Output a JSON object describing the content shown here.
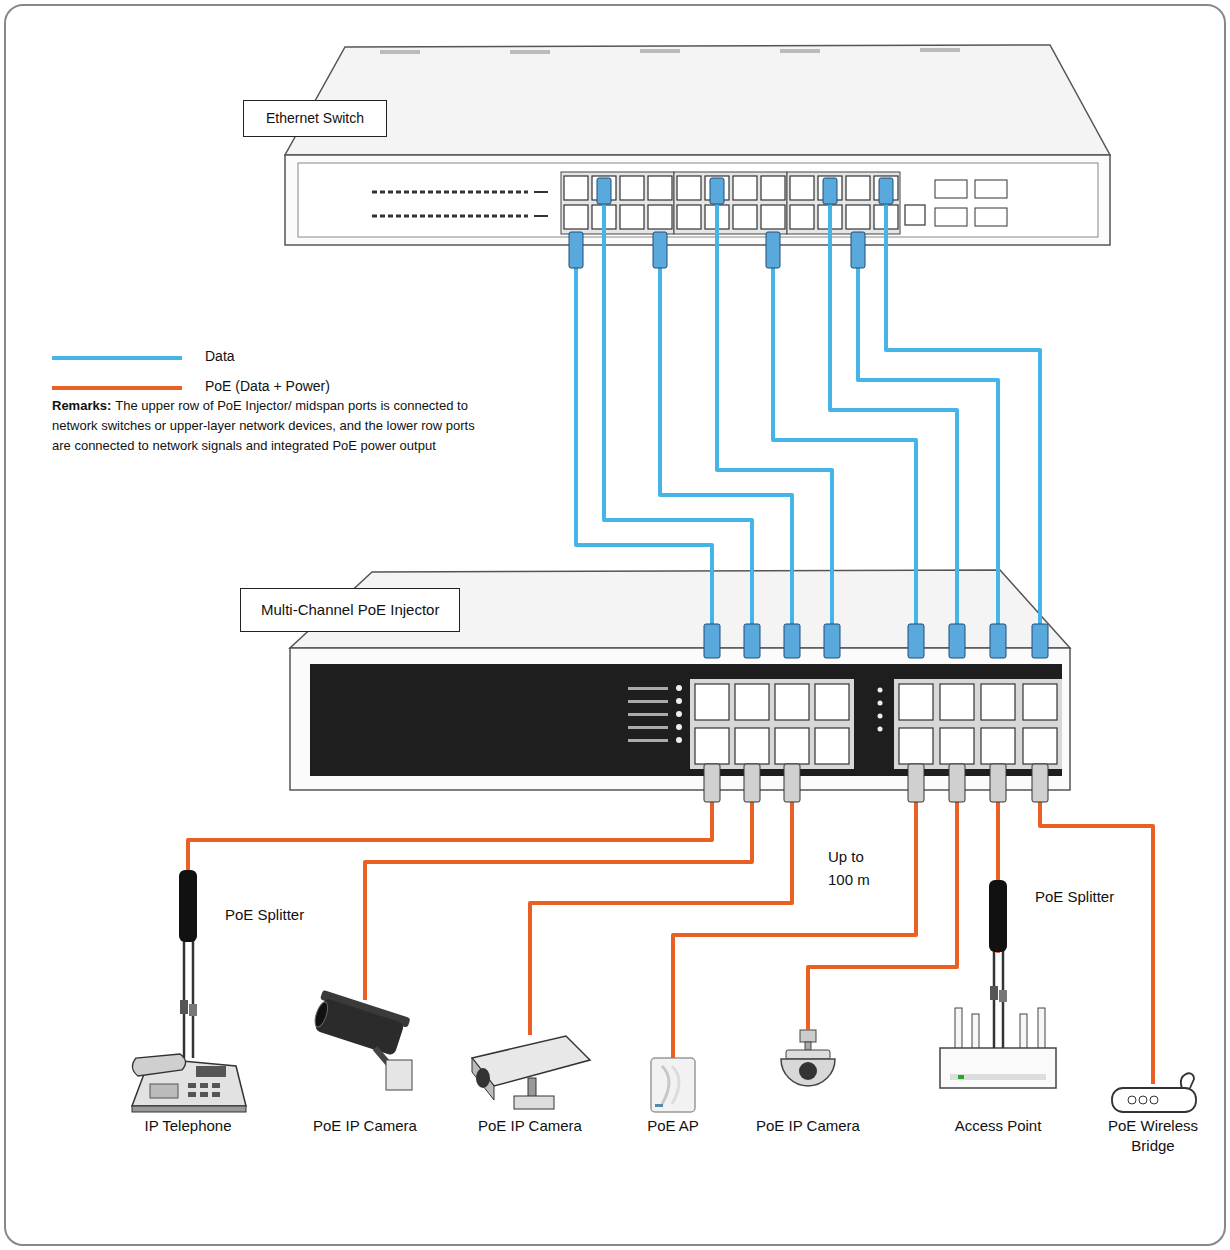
{
  "diagram": {
    "nodes": [
      {
        "text": [
          "Ethernet Switch"
        ]
      },
      {
        "text": [
          "Multi-Channel PoE Injector"
        ]
      },
      {
        "text": [
          "IP Telephone"
        ]
      },
      {
        "text": [
          "PoE IP Camera"
        ]
      },
      {
        "text": [
          "PoE IP Camera"
        ]
      },
      {
        "text": [
          "PoE AP"
        ]
      },
      {
        "text": [
          "PoE IP Camera"
        ]
      },
      {
        "text": [
          "Access Point"
        ]
      },
      {
        "text": [
          "PoE Wireless Bridge"
        ]
      }
    ],
    "edges": [
      {
        "from": 0,
        "to": 1,
        "arrow": "none"
      },
      {
        "from": 0,
        "to": 1,
        "arrow": "none"
      },
      {
        "from": 0,
        "to": 1,
        "arrow": "none"
      },
      {
        "from": 0,
        "to": 1,
        "arrow": "none"
      },
      {
        "from": 0,
        "to": 1,
        "arrow": "none"
      },
      {
        "from": 0,
        "to": 1,
        "arrow": "none"
      },
      {
        "from": 0,
        "to": 1,
        "arrow": "none"
      },
      {
        "from": 0,
        "to": 1,
        "arrow": "none"
      },
      {
        "from": 1,
        "to": 2,
        "arrow": "none"
      },
      {
        "from": 1,
        "to": 3,
        "arrow": "none"
      },
      {
        "from": 1,
        "to": 4,
        "arrow": "none"
      },
      {
        "from": 1,
        "to": 5,
        "arrow": "none"
      },
      {
        "from": 1,
        "to": 6,
        "arrow": "none"
      },
      {
        "from": 1,
        "to": 7,
        "arrow": "none"
      },
      {
        "from": 1,
        "to": 8,
        "arrow": "none"
      }
    ],
    "labels": [
      "Remarks:",
      "The upper row of PoE Injector/ midspan ports is connected to network switches or upper-layer network devices, and the lower row ports are connected to network signals and integrated PoE power output",
      "PoE Splitter",
      "Up to 100 m",
      "PoE Splitter"
    ],
    "legend": [
      {
        "text": "Data"
      },
      {
        "text": "PoE (Data + Power)"
      }
    ]
  }
}
